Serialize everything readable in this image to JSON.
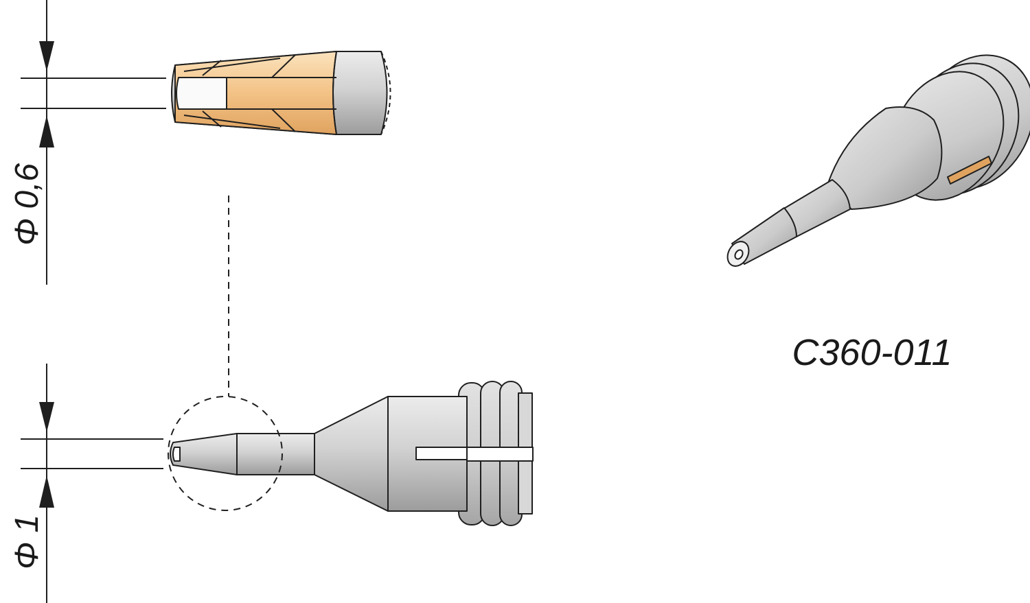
{
  "part_number": "C360-011",
  "dimensions": {
    "inner_diameter": "Φ 0,6",
    "outer_diameter": "Φ 1"
  },
  "colors": {
    "metal_light": "#e6e6e6",
    "metal_mid": "#c4c4c4",
    "metal_dark": "#9a9a9a",
    "copper_light": "#fbe0b4",
    "copper_mid": "#f1bb7b",
    "copper_dark": "#c98a4a",
    "outline": "#1f1f1f"
  },
  "views": [
    "tip-detail",
    "side-view",
    "perspective-view"
  ]
}
